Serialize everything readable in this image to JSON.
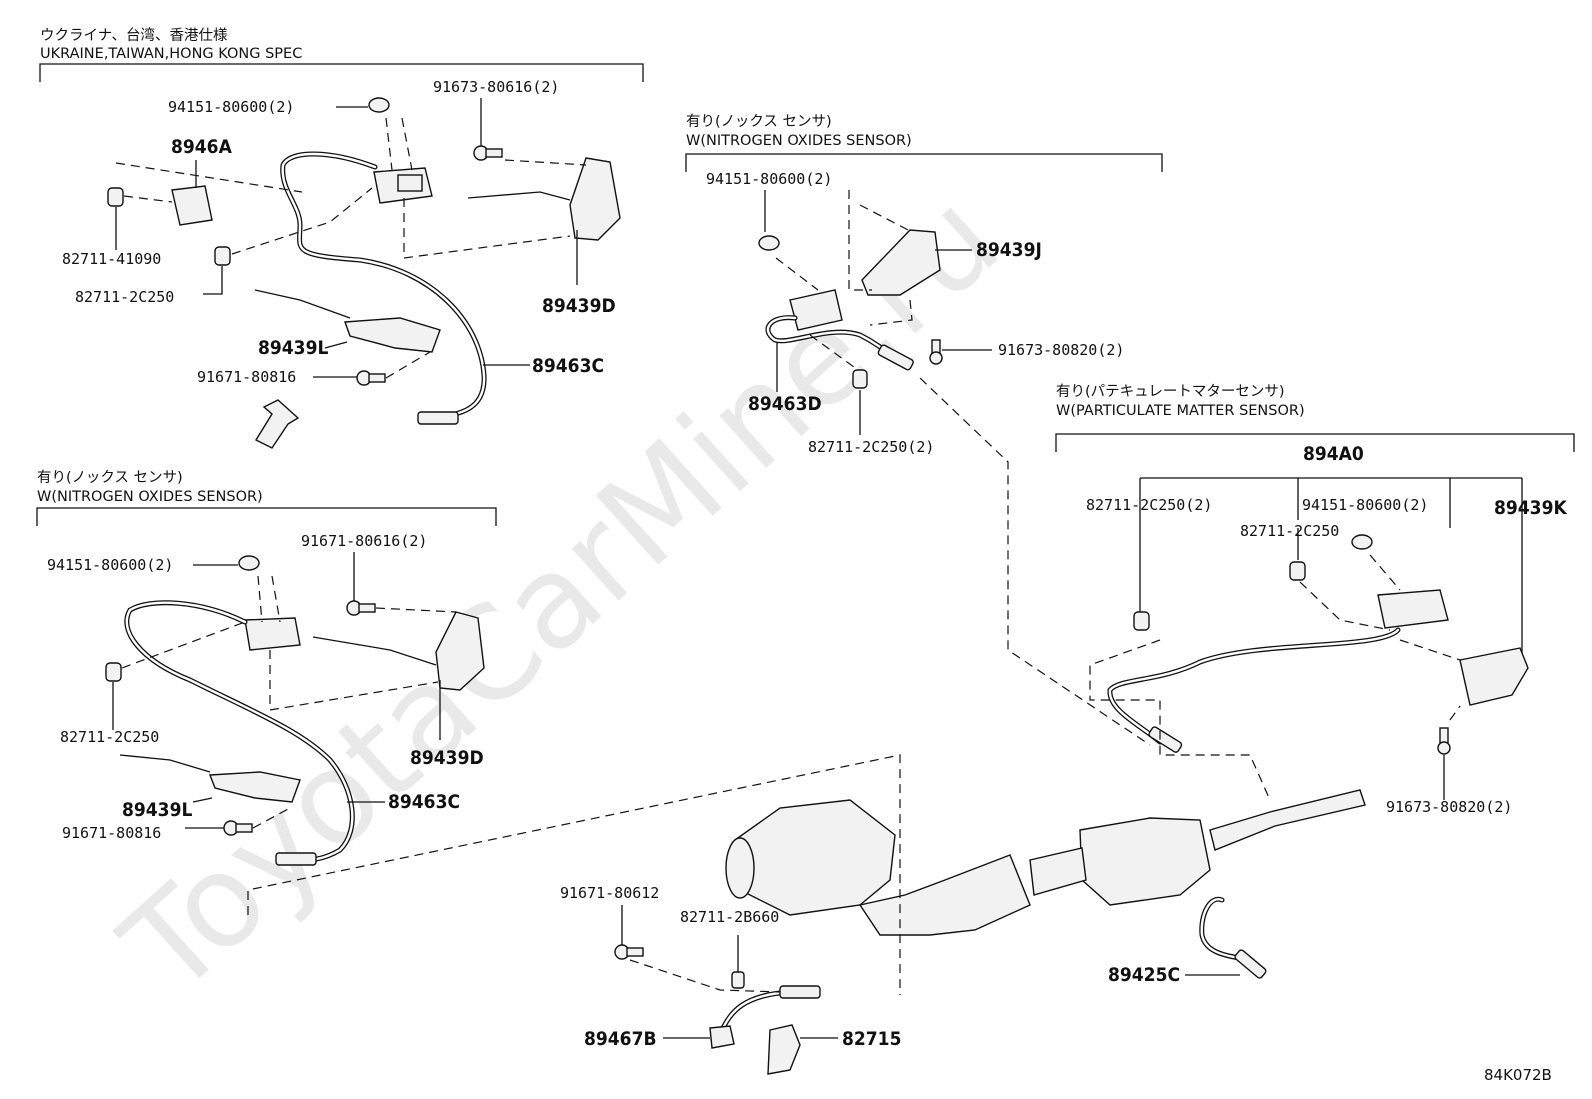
{
  "watermark": "ToyotaCarMine.ru",
  "diagram_code": "84K072B",
  "sections": {
    "ukraine": {
      "title_ja": "ウクライナ、台湾、香港仕様",
      "title_en": "UKRAINE,TAIWAN,HONG KONG SPEC"
    },
    "nox_left": {
      "title_ja": "有り(ノックス センサ)",
      "title_en": "W(NITROGEN OXIDES SENSOR)"
    },
    "nox_center": {
      "title_ja": "有り(ノックス センサ)",
      "title_en": "W(NITROGEN OXIDES SENSOR)"
    },
    "pm": {
      "title_ja": "有り(パテキュレートマターセンサ)",
      "title_en": "W(PARTICULATE MATTER SENSOR)"
    }
  },
  "labels": {
    "ua_94151": "94151-80600(2)",
    "ua_91673": "91673-80616(2)",
    "ua_8946A": "8946A",
    "ua_82711a": "82711-41090",
    "ua_82711b": "82711-2C250",
    "ua_89439D": "89439D",
    "ua_89439L": "89439L",
    "ua_91671": "91671-80816",
    "ua_89463C": "89463C",
    "nl_94151": "94151-80600(2)",
    "nl_91671a": "91671-80616(2)",
    "nl_82711": "82711-2C250",
    "nl_89439D": "89439D",
    "nl_89439L": "89439L",
    "nl_91671b": "91671-80816",
    "nl_89463C": "89463C",
    "nc_94151": "94151-80600(2)",
    "nc_89439J": "89439J",
    "nc_91673": "91673-80820(2)",
    "nc_89463D": "89463D",
    "nc_82711": "82711-2C250(2)",
    "pm_894A0": "894A0",
    "pm_82711a": "82711-2C250(2)",
    "pm_94151": "94151-80600(2)",
    "pm_89439K": "89439K",
    "pm_82711b": "82711-2C250",
    "pm_91673": "91673-80820(2)",
    "ex_91671": "91671-80612",
    "ex_82711": "82711-2B660",
    "ex_89467B": "89467B",
    "ex_82715": "82715",
    "ex_89425C": "89425C"
  }
}
